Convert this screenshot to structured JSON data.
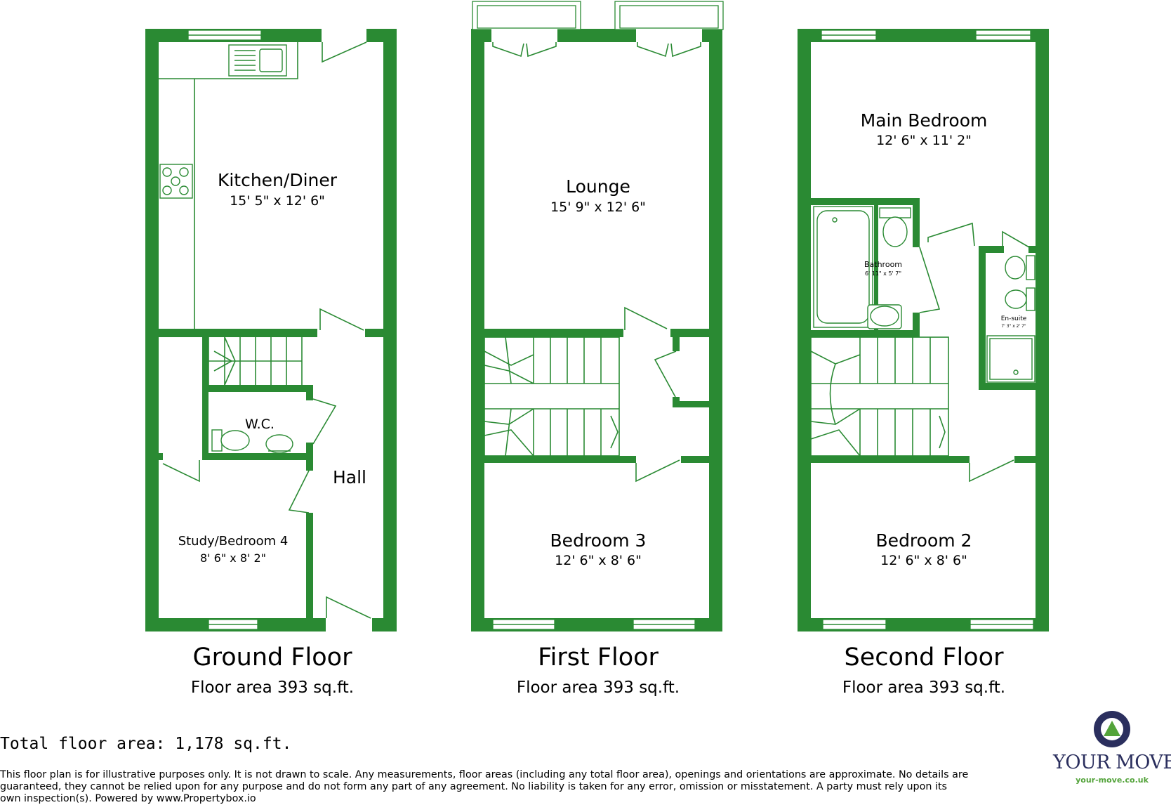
{
  "colors": {
    "wall": "#2a8a33",
    "text": "#000000",
    "logo_navy": "#2b2f5e",
    "logo_green": "#53a33a"
  },
  "floors": [
    {
      "title": "Ground Floor",
      "area": "Floor area 393 sq.ft."
    },
    {
      "title": "First Floor",
      "area": "Floor area 393 sq.ft."
    },
    {
      "title": "Second Floor",
      "area": "Floor area 393 sq.ft."
    }
  ],
  "rooms": {
    "kitchen": {
      "name": "Kitchen/Diner",
      "size": "15' 5\" x 12' 6\""
    },
    "wc": {
      "name": "W.C."
    },
    "hall": {
      "name": "Hall"
    },
    "study": {
      "name": "Study/Bedroom 4",
      "size": "8' 6\" x 8' 2\""
    },
    "lounge": {
      "name": "Lounge",
      "size": "15' 9\" x 12' 6\""
    },
    "bedroom3": {
      "name": "Bedroom 3",
      "size": "12' 6\" x 8' 6\""
    },
    "main_bedroom": {
      "name": "Main Bedroom",
      "size": "12' 6\" x 11' 2\""
    },
    "bathroom": {
      "name": "Bathroom",
      "size": "6' 11\" x 5' 7\""
    },
    "ensuite": {
      "name": "En-suite",
      "size": "7' 3\" x 2' 7\""
    },
    "bedroom2": {
      "name": "Bedroom 2",
      "size": "12' 6\" x 8' 6\""
    }
  },
  "total_area": "Total floor area: 1,178 sq.ft.",
  "disclaimer": "This floor plan is for illustrative purposes only. It is not drawn to scale. Any measurements, floor areas (including any total floor area), openings and orientations are approximate. No details are guaranteed, they cannot be relied upon for any purpose and do not form any part of any agreement. No liability is taken for any error, omission or misstatement. A party must rely upon its own inspection(s). Powered by www.Propertybox.io",
  "logo": {
    "name": "YOUR MOVE",
    "url": "your-move.co.uk",
    "icon": "location-pin-icon"
  }
}
